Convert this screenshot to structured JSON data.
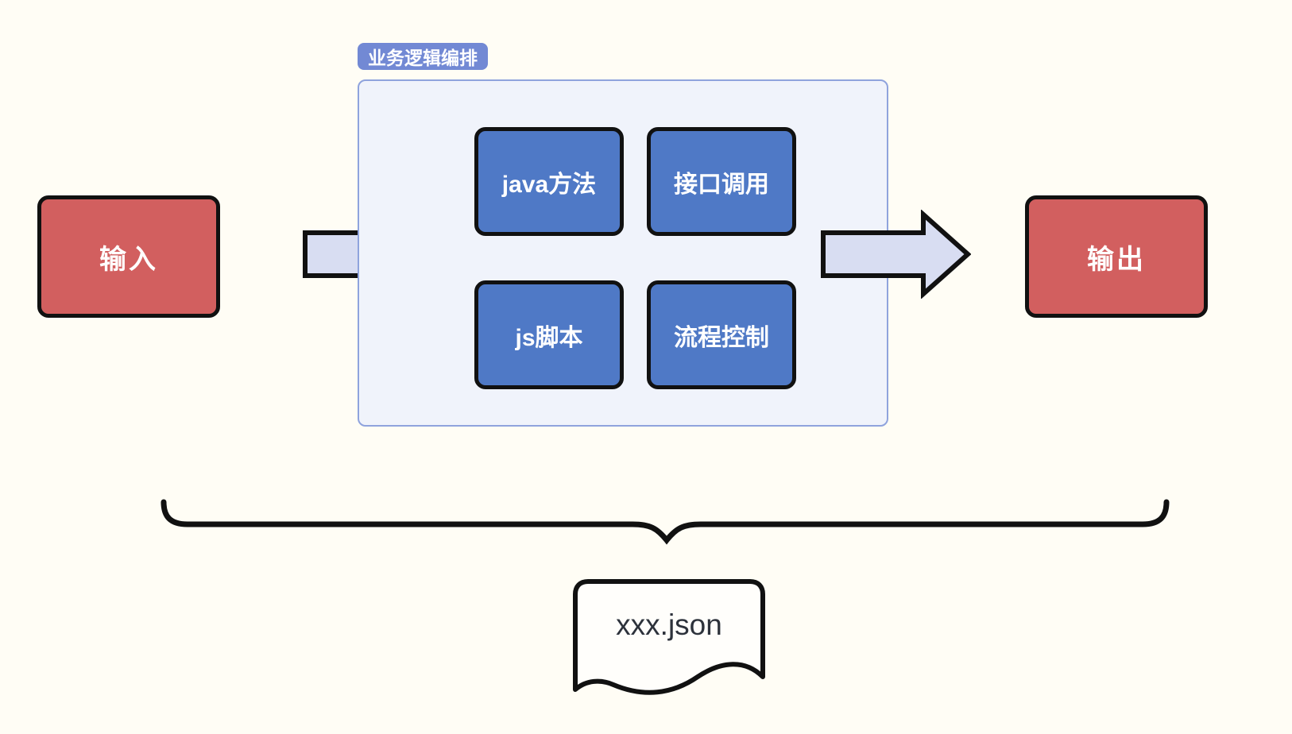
{
  "colors": {
    "bg": "#FFFDF5",
    "node_red": "#D25F5F",
    "node_blue": "#4F79C6",
    "tag_bg": "#7289D4",
    "panel_bg": "#F0F3FB",
    "panel_border": "#8FA3DD",
    "arrow_fill": "#D8DDF2",
    "doc_bg": "#FFFEFB",
    "outline": "#111111",
    "text_light": "#FFFFFF",
    "text_dark": "#2D323B"
  },
  "diagram": {
    "input_node": {
      "label": "输入"
    },
    "output_node": {
      "label": "输出"
    },
    "orchestration_panel": {
      "tag_label": "业务逻辑编排",
      "nodes": [
        {
          "label": "java方法"
        },
        {
          "label": "接口调用"
        },
        {
          "label": "js脚本"
        },
        {
          "label": "流程控制"
        }
      ]
    },
    "config_file": {
      "label": "xxx.json"
    }
  }
}
